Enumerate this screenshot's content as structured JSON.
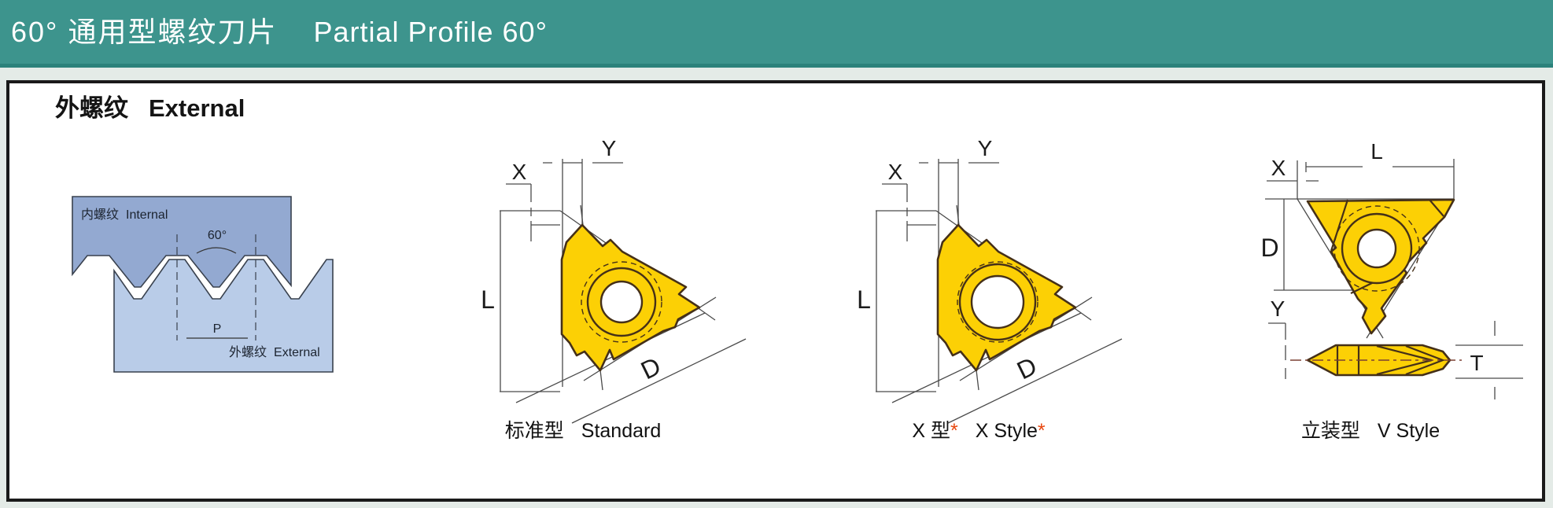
{
  "header": {
    "title_zh": "60° 通用型螺纹刀片",
    "title_en": "Partial Profile 60°"
  },
  "section": {
    "heading_zh": "外螺纹",
    "heading_en": "External"
  },
  "thread_diagram": {
    "internal_zh": "内螺纹",
    "internal_en": "Internal",
    "angle_label": "60°",
    "pitch_label": "P",
    "external_zh": "外螺纹",
    "external_en": "External"
  },
  "drawings": [
    {
      "caption_zh": "标准型",
      "caption_en": "Standard",
      "star": "",
      "dims": {
        "x": "X",
        "y": "Y",
        "l": "L",
        "d": "D"
      }
    },
    {
      "caption_zh": "X 型",
      "caption_en": "X Style",
      "star": "*",
      "dims": {
        "x": "X",
        "y": "Y",
        "l": "L",
        "d": "D"
      }
    },
    {
      "caption_zh": "立装型",
      "caption_en": "V Style",
      "star": "",
      "dims": {
        "x": "X",
        "y": "Y",
        "l": "L",
        "d": "D",
        "t": "T"
      }
    }
  ],
  "colors": {
    "header_bg": "#3d948d",
    "header_text": "#ffffff",
    "page_bg": "#e4ebe7",
    "panel_border": "#1a1a1a",
    "insert_yellow": "#fcd005",
    "insert_outline": "#453018",
    "internal_blue": "#93a9d1",
    "external_blue": "#b9cce8",
    "accent_red": "#e8470f"
  }
}
